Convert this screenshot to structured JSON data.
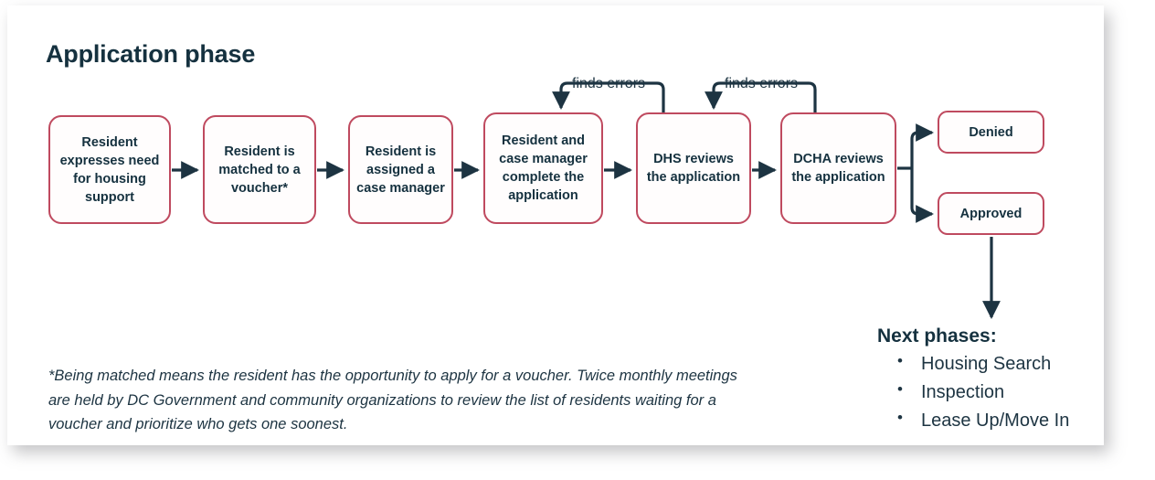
{
  "card": {
    "title": "Application phase"
  },
  "flow": {
    "nodes": [
      {
        "id": "n0",
        "label": "Resident expresses need for housing support"
      },
      {
        "id": "n1",
        "label": "Resident is matched to a voucher*"
      },
      {
        "id": "n2",
        "label": "Resident is assigned a case manager"
      },
      {
        "id": "n3",
        "label": "Resident and case manager complete the application"
      },
      {
        "id": "n4",
        "label": "DHS reviews the application"
      },
      {
        "id": "n5",
        "label": "DCHA reviews the application"
      }
    ],
    "terminals": [
      {
        "id": "t0",
        "label": "Denied"
      },
      {
        "id": "t1",
        "label": "Approved"
      }
    ],
    "loops": [
      {
        "id": "loop0",
        "label": "finds errors",
        "from": "DHS reviews the application",
        "to": "Resident and case manager complete the application"
      },
      {
        "id": "loop1",
        "label": "finds errors",
        "from": "DCHA reviews the application",
        "to": "DHS reviews the application"
      }
    ]
  },
  "footnote": {
    "text": "*Being matched means the resident has the opportunity to apply for a voucher. Twice monthly meetings are held by DC Government and community organizations to review the list of residents waiting for a voucher and prioritize who gets one soonest."
  },
  "next_phases": {
    "title": "Next phases:",
    "items": [
      "Housing Search",
      "Inspection",
      "Lease Up/Move In"
    ]
  },
  "colors": {
    "node_border": "#bf4a5f",
    "text_dark": "#15313f",
    "connector": "#1d3442",
    "card_background": "#ffffff",
    "page_background": "#ffffff"
  }
}
